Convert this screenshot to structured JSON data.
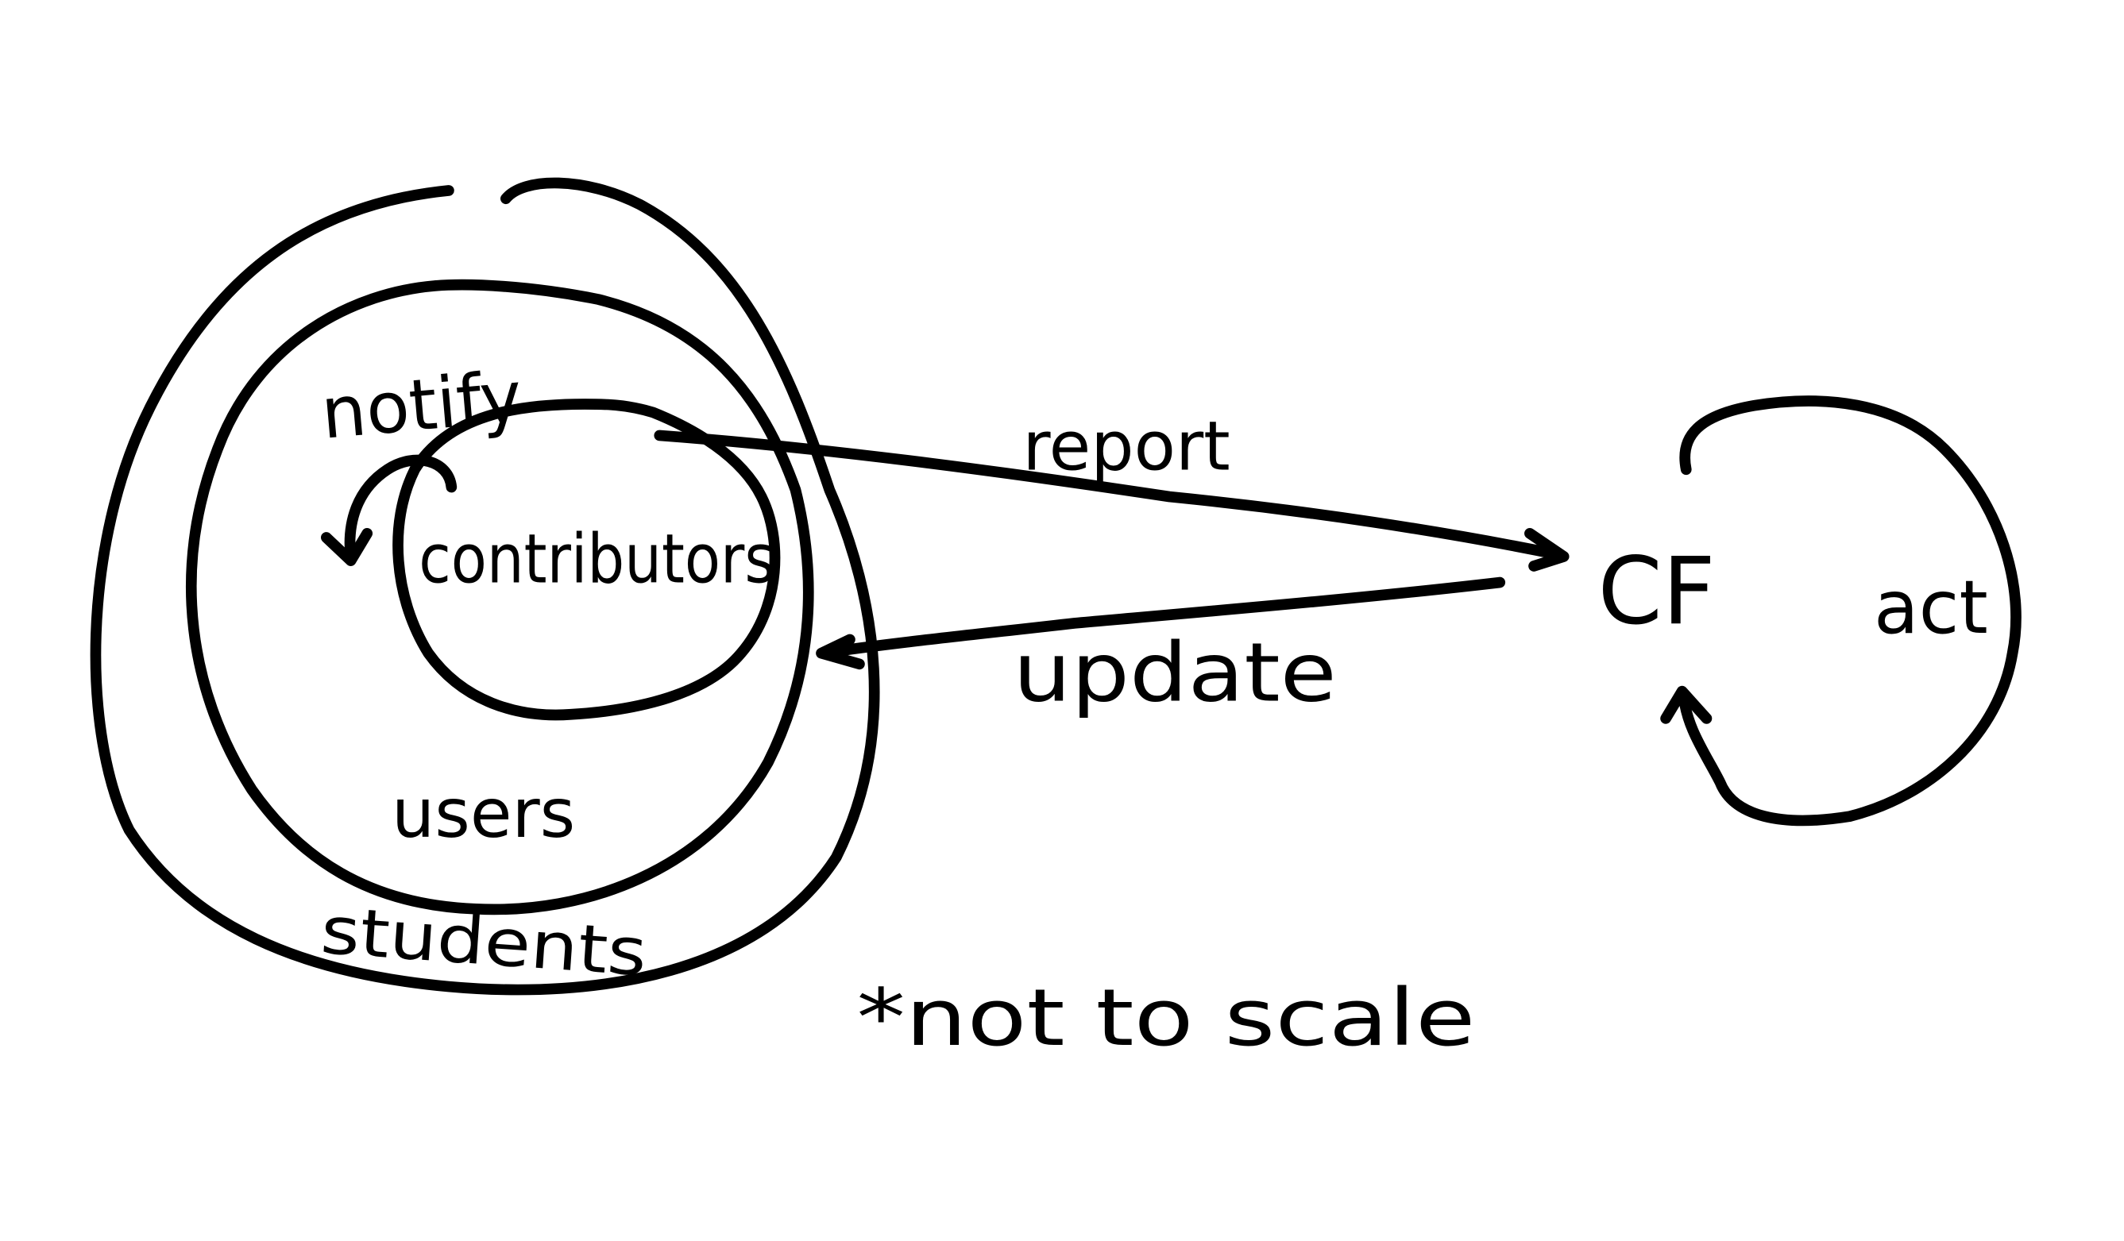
{
  "labels": {
    "notify": "notify",
    "contributors": "contributors",
    "users": "users",
    "students": "students",
    "report": "report",
    "update": "update",
    "cf": "CF",
    "act": "act",
    "note": "*not to scale"
  },
  "ink_color": "#000000",
  "background_color": "#ffffff"
}
